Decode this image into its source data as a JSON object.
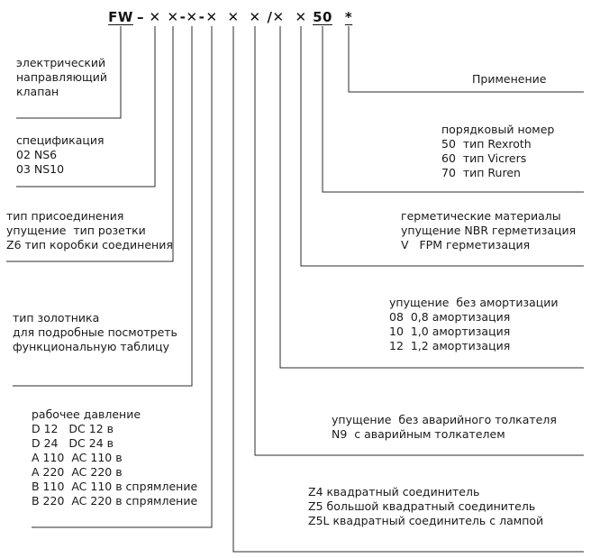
{
  "colors": {
    "text": "#1a1a1a",
    "line": "#2b2b2b",
    "background": "#ffffff"
  },
  "model_code": {
    "parts": [
      {
        "text": "FW"
      },
      {
        "text": "–"
      },
      {
        "text": "✕"
      },
      {
        "text": "✕"
      },
      {
        "text": "-"
      },
      {
        "text": "✕"
      },
      {
        "text": "-"
      },
      {
        "text": "✕"
      },
      {
        "text": "✕"
      },
      {
        "text": "✕"
      },
      {
        "text": "/✕"
      },
      {
        "text": "✕"
      },
      {
        "text": "50"
      },
      {
        "text": "*"
      }
    ]
  },
  "blocks": {
    "valve_type": {
      "lines": [
        "электрический",
        "направляющий",
        "клапан"
      ]
    },
    "specification": {
      "lines": [
        "спецификация",
        "02 NS6",
        "03 NS10"
      ]
    },
    "connection_type": {
      "lines": [
        "тип присоединения",
        "упущение  тип розетки",
        "Z6 тип коробки соединения"
      ]
    },
    "spool_type": {
      "lines": [
        "тип золотника",
        "для подробные посмотреть",
        "функциональную таблицу"
      ]
    },
    "working_pressure": {
      "lines": [
        "рабочее давление",
        "D 12   DC 12 в",
        "D 24   DC 24 в",
        "A 110  AC 110 в",
        "A 220  AC 220 в",
        "B 110  AC 110 в спрямление",
        "B 220  AC 220 в спрямление"
      ]
    },
    "application": {
      "lines": [
        "Применение"
      ]
    },
    "serial_number": {
      "lines": [
        "порядковый номер",
        "50  тип Rexroth",
        "60  тип Vicrers",
        "70  тип Ruren"
      ]
    },
    "seal_materials": {
      "lines": [
        "герметические материалы",
        "упущение NBR герметизация",
        "V   FPM герметизация"
      ]
    },
    "damping": {
      "lines": [
        "упущение  без амортизации",
        "08  0,8 амортизация",
        "10  1,0 амортизация",
        "12  1,2 амортизация"
      ]
    },
    "emergency_push": {
      "lines": [
        "упущение  без аварийного толкателя",
        "N9  с аварийным толкателем"
      ]
    },
    "connector": {
      "lines": [
        "Z4 квадратный соединитель",
        "Z5 большой квадратный соединитель",
        "Z5L квадратный соединитель с лампой"
      ]
    }
  }
}
